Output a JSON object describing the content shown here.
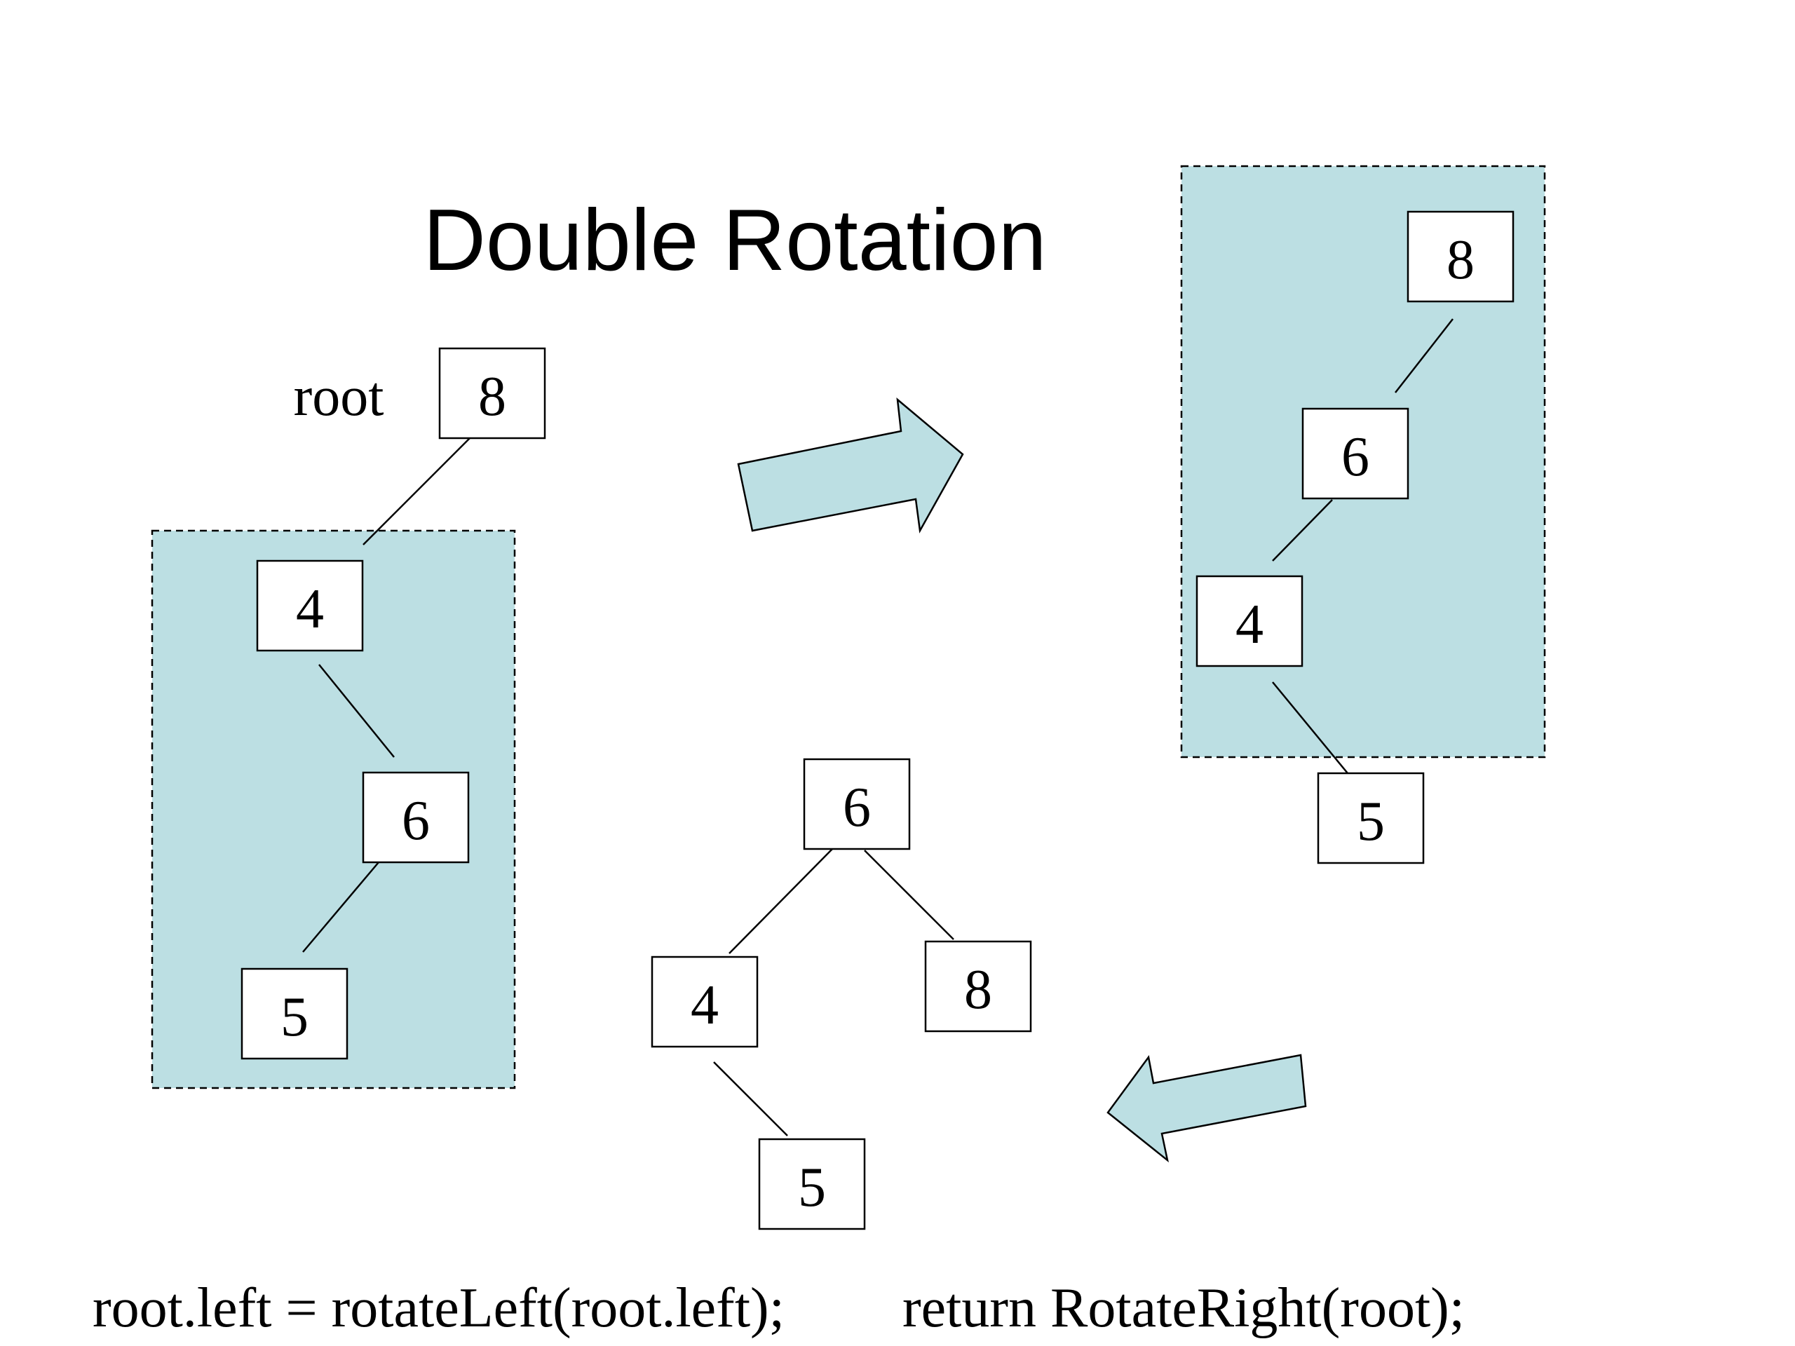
{
  "title": "Double Rotation",
  "colors": {
    "region_fill": "#bcdfe3",
    "arrow_fill": "#bcdfe3",
    "stroke": "#000000"
  },
  "trees": {
    "initial": {
      "root_label": "root",
      "nodes": [
        "8",
        "4",
        "6",
        "5"
      ]
    },
    "after_left_rotation": {
      "nodes": [
        "8",
        "6",
        "4",
        "5"
      ]
    },
    "final": {
      "nodes": [
        "6",
        "4",
        "8",
        "5"
      ]
    }
  },
  "code": {
    "step1": "root.left = rotateLeft(root.left);",
    "step2": "return RotateRight(root);"
  }
}
